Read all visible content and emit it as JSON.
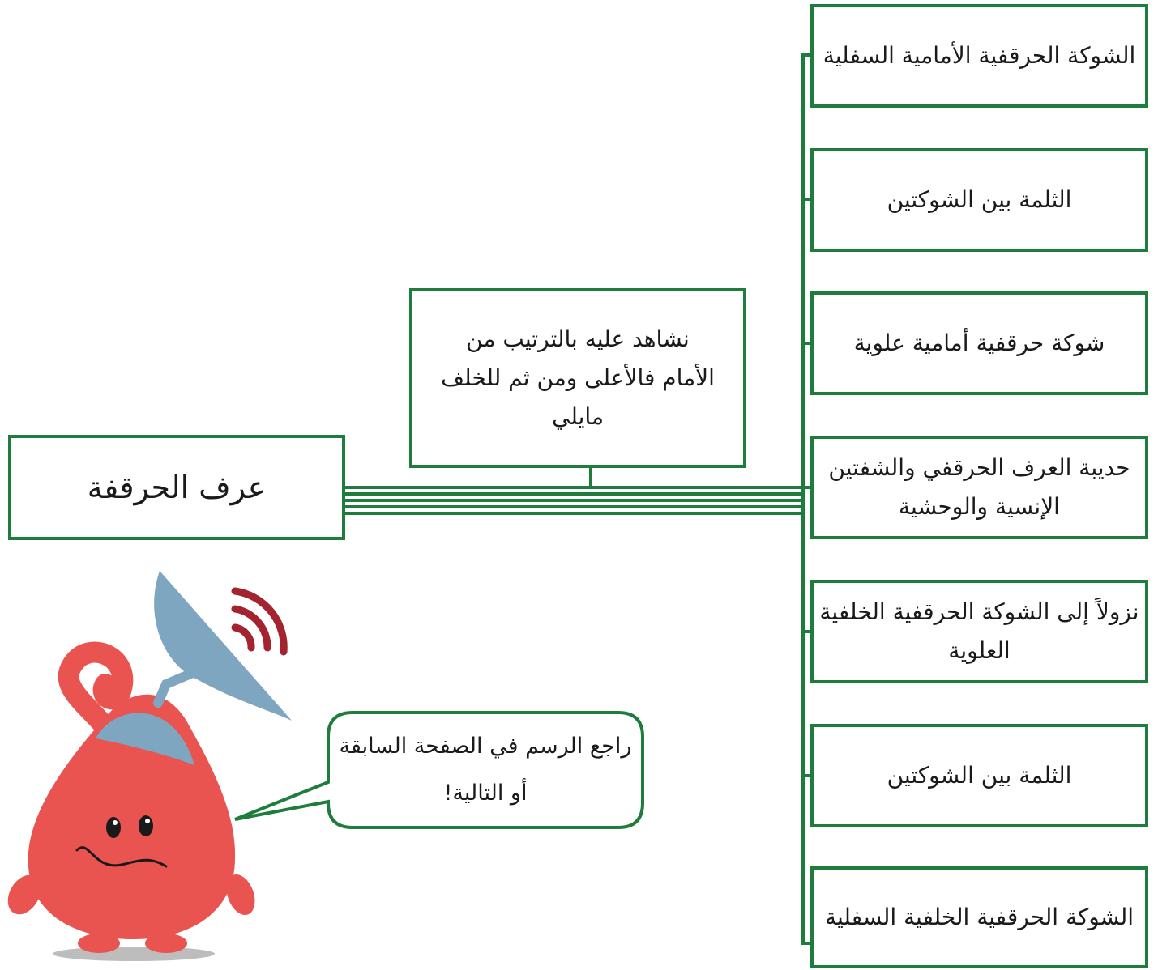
{
  "root": {
    "label": "عرف الحرقفة"
  },
  "note": {
    "text": "نشاهد عليه بالترتيب من الأمام فالأعلى ومن ثم للخلف مايلي"
  },
  "items": [
    {
      "text": "الشوكة الحرقفية الأمامية السفلية"
    },
    {
      "text": "الثلمة بين الشوكتين"
    },
    {
      "text": "شوكة حرقفية أمامية علوية"
    },
    {
      "text": "حديبة العرف الحرقفي والشفتين الإنسية والوحشية"
    },
    {
      "text": "نزولاً إلى الشوكة الحرقفية الخلفية العلوية"
    },
    {
      "text": "الثلمة بين الشوكتين"
    },
    {
      "text": "الشوكة الحرقفية الخلفية السفلية"
    }
  ],
  "mascot": {
    "speech": "راجع الرسم في الصفحة السابقة أو التالية!",
    "icon": "satellite-dish-mascot-icon"
  },
  "colors": {
    "accent": "#1e7d3c",
    "mascot_body": "#e95350",
    "dish": "#7ea6c0",
    "signal": "#a3232e"
  }
}
